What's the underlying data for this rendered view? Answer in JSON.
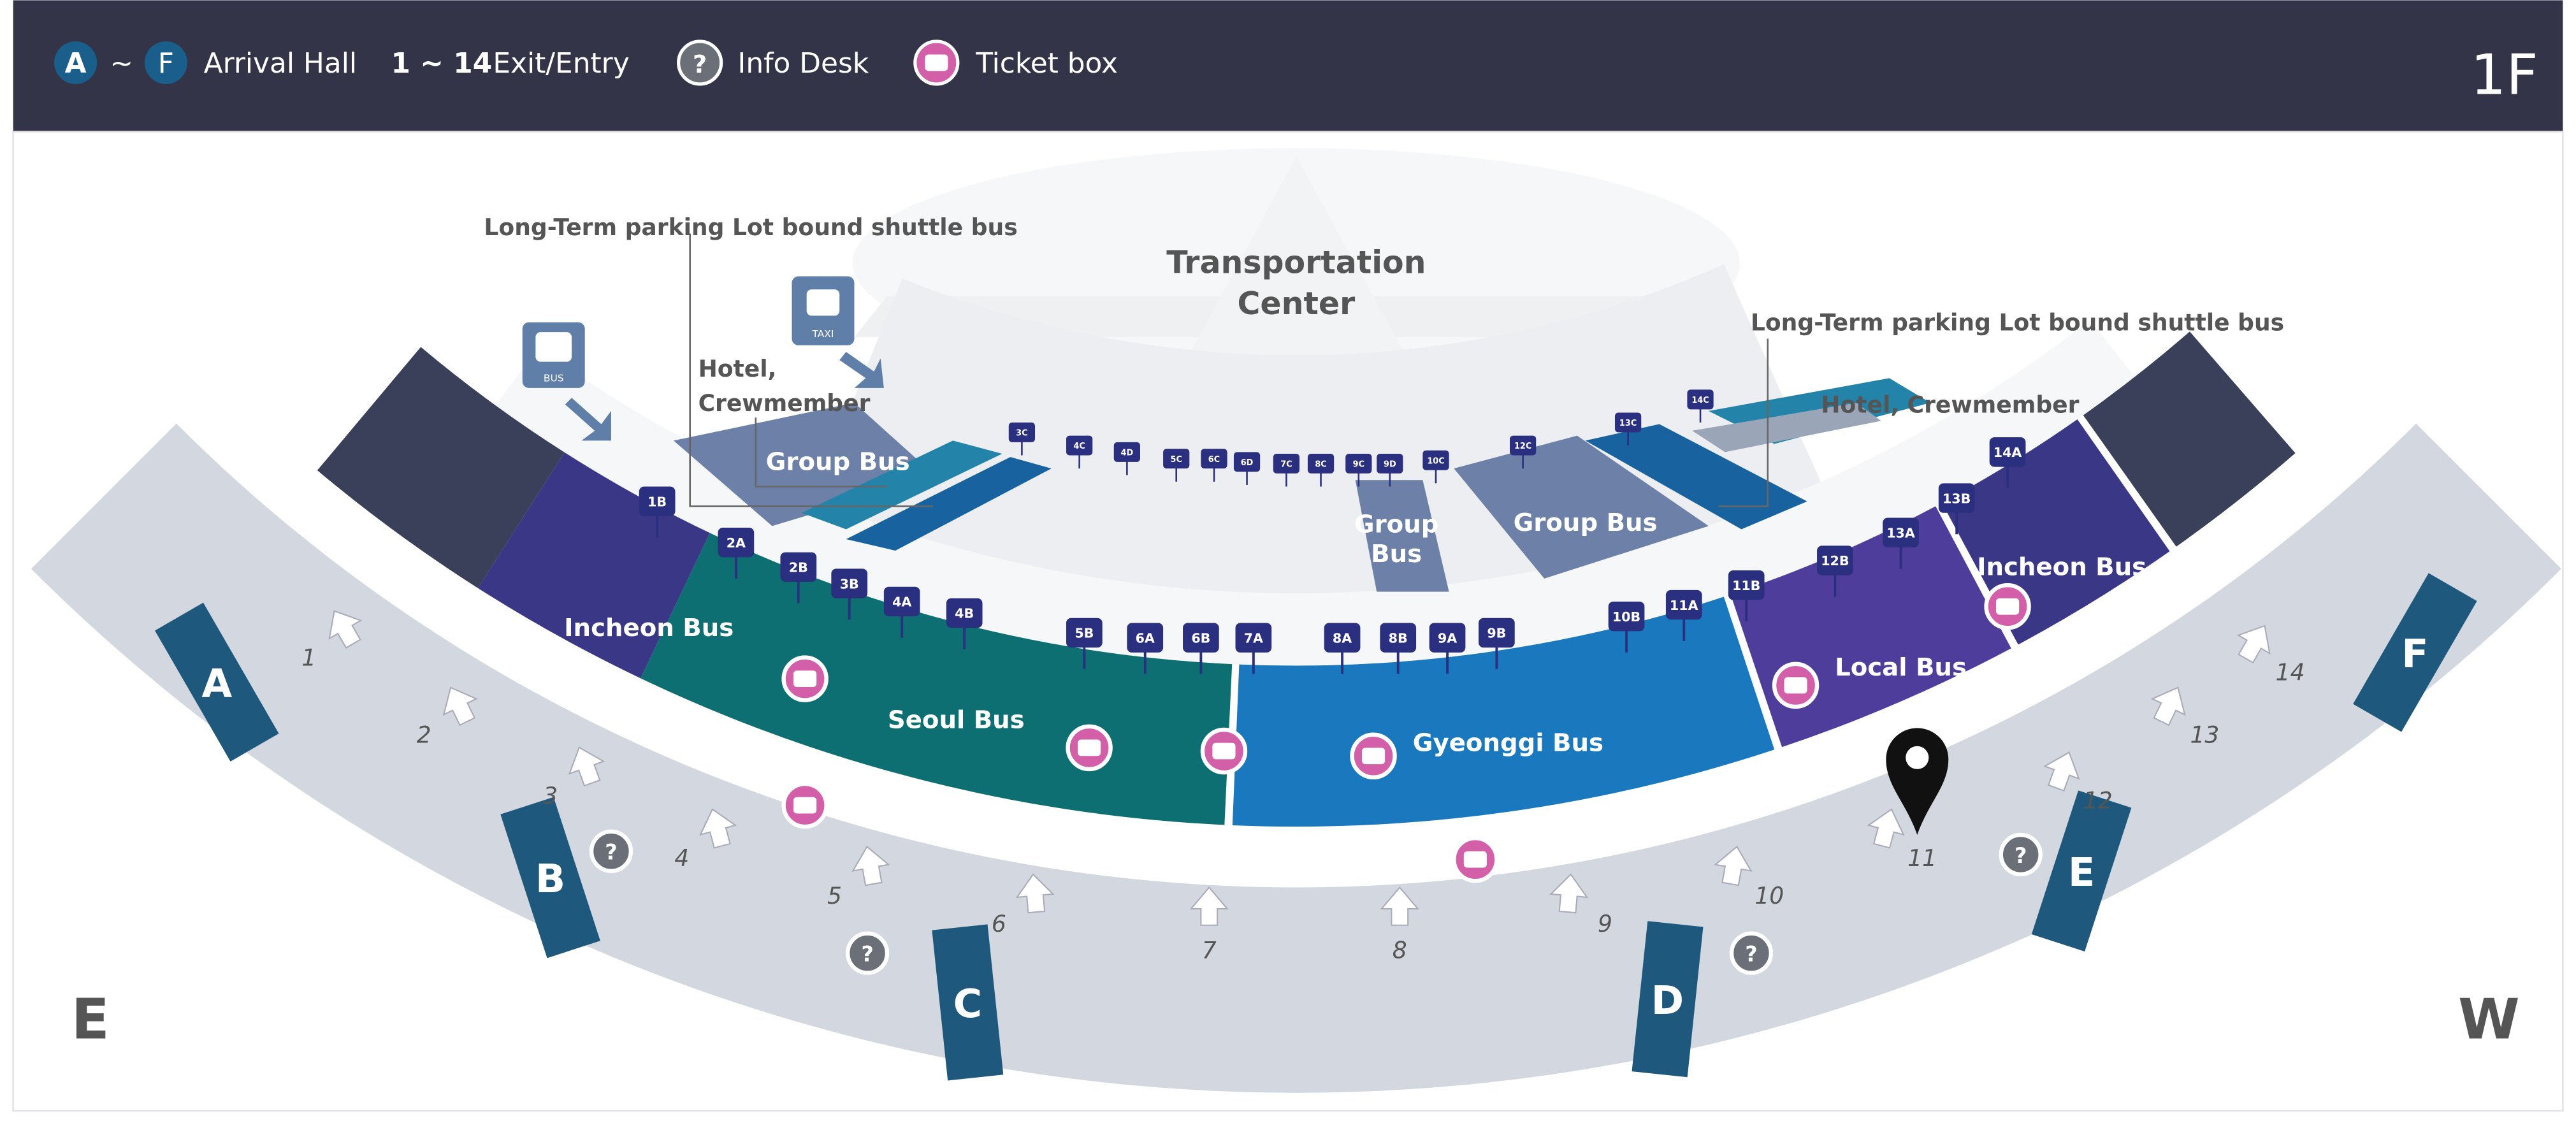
{
  "legend": {
    "hall_from": "A",
    "tilde": "~",
    "hall_to": "F",
    "hall_label": "Arrival Hall",
    "exit_range": "1 ~ 14",
    "exit_label": "Exit/Entry",
    "info_label": "Info Desk",
    "ticket_label": "Ticket box",
    "floor": "1F"
  },
  "top": {
    "transport_center": [
      "Transportation",
      "Center"
    ],
    "shuttle_left": "Long-Term parking Lot bound shuttle bus",
    "shuttle_right": "Long-Term parking Lot bound shuttle bus",
    "hotel_left": [
      "Hotel,",
      "Crewmember"
    ],
    "hotel_right": "Hotel, Crewmember",
    "bus_icon_label": "BUS",
    "taxi_icon_label": "TAXI"
  },
  "zones": {
    "incheon_left": "Incheon Bus",
    "seoul": "Seoul Bus",
    "gyeonggi": "Gyeonggi Bus",
    "local": "Local Bus",
    "incheon_right": "Incheon Bus",
    "group_left": "Group Bus",
    "group_center": [
      "Group",
      "Bus"
    ],
    "group_right": "Group Bus"
  },
  "halls": [
    "A",
    "B",
    "C",
    "D",
    "E",
    "F"
  ],
  "directions": {
    "east": "E",
    "west": "W"
  },
  "stops_b": [
    "1B",
    "2A",
    "2B",
    "3B",
    "4A",
    "4B",
    "5B",
    "6A",
    "6B",
    "7A",
    "8A",
    "8B",
    "9A",
    "9B",
    "10B",
    "11A",
    "11B",
    "12B",
    "13A",
    "13B",
    "14A"
  ],
  "stops_c": [
    "3C",
    "4C",
    "4D",
    "5C",
    "6C",
    "6D",
    "7C",
    "8C",
    "9C",
    "9D",
    "10C",
    "12C",
    "13C",
    "14C"
  ],
  "exits": [
    "1",
    "2",
    "3",
    "4",
    "5",
    "6",
    "7",
    "8",
    "9",
    "10",
    "11",
    "12",
    "13",
    "14"
  ],
  "colors": {
    "header": "#333447",
    "seoul": "#0e6f73",
    "gyeonggi": "#1a78bf",
    "local": "#4f3d9c",
    "incheon": "#3a3886",
    "group": "#6c80a8",
    "hall": "#1e587d",
    "ticket": "#d35fa8",
    "info": "#6b6f78"
  }
}
